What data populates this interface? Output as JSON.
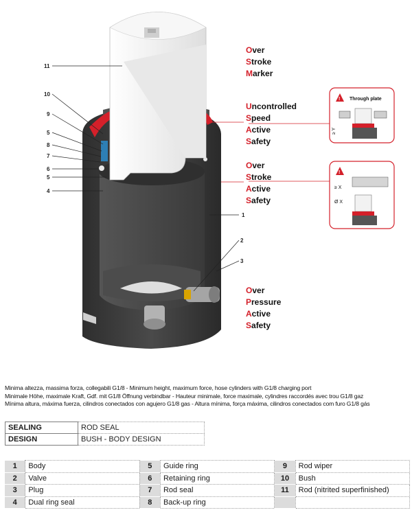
{
  "callouts": {
    "c11": "11",
    "c10": "10",
    "c9": "9",
    "c5a": "5",
    "c8": "8",
    "c7": "7",
    "c6": "6",
    "c5b": "5",
    "c4": "4",
    "c1": "1",
    "c2": "2",
    "c3": "3"
  },
  "features": [
    {
      "lines": [
        {
          "i": "O",
          "r": "ver"
        },
        {
          "i": "S",
          "r": "troke"
        },
        {
          "i": "M",
          "r": "arker"
        }
      ]
    },
    {
      "lines": [
        {
          "i": "U",
          "r": "ncontrolled"
        },
        {
          "i": "S",
          "r": "peed"
        },
        {
          "i": "A",
          "r": "ctive"
        },
        {
          "i": "S",
          "r": "afety"
        }
      ]
    },
    {
      "lines": [
        {
          "i": "O",
          "r": "ver"
        },
        {
          "i": "S",
          "r": "troke"
        },
        {
          "i": "A",
          "r": "ctive"
        },
        {
          "i": "S",
          "r": "afety"
        }
      ]
    },
    {
      "lines": [
        {
          "i": "O",
          "r": "ver"
        },
        {
          "i": "P",
          "r": "ressure"
        },
        {
          "i": "A",
          "r": "ctive"
        },
        {
          "i": "S",
          "r": "afety"
        }
      ]
    }
  ],
  "insets": {
    "top_title": "Through plate",
    "top_label": "≥ Y",
    "bottom_label_a": "≥ X",
    "bottom_label_b": "Ø X"
  },
  "description": [
    "Minima altezza, massima forza, collegabili G1/8 - Minimum height, maximum force, hose cylinders with G1/8 charging port",
    "Minimale Höhe, maximale Kraft, Gdf. mit G1/8 Öffnung verbindbar - Hauteur minimale, force maximale, cylindres raccordés avec trou G1/8 gaz",
    "Mínima altura, máxima fuerza, cilindros conectados con agujero G1/8 gas - Altura mínima, força máxima, cilindros conectados com furo G1/8 gás"
  ],
  "sealing": {
    "sealing_key": "SEALING",
    "sealing_value": "ROD SEAL",
    "design_key": "DESIGN",
    "design_value": "BUSH - BODY DESIGN"
  },
  "parts": [
    [
      {
        "n": "1",
        "l": "Body"
      },
      {
        "n": "5",
        "l": "Guide ring"
      },
      {
        "n": "9",
        "l": "Rod wiper"
      }
    ],
    [
      {
        "n": "2",
        "l": "Valve"
      },
      {
        "n": "6",
        "l": "Retaining ring"
      },
      {
        "n": "10",
        "l": "Bush"
      }
    ],
    [
      {
        "n": "3",
        "l": "Plug"
      },
      {
        "n": "7",
        "l": "Rod seal"
      },
      {
        "n": "11",
        "l": "Rod (nitrited superfinished)"
      }
    ],
    [
      {
        "n": "4",
        "l": "Dual ring seal"
      },
      {
        "n": "8",
        "l": "Back-up ring"
      },
      {
        "n": "",
        "l": ""
      }
    ]
  ],
  "colors": {
    "accent_red": "#d4202a",
    "body_dark": "#3f3f3f",
    "rod_white": "#f2f2f2"
  }
}
